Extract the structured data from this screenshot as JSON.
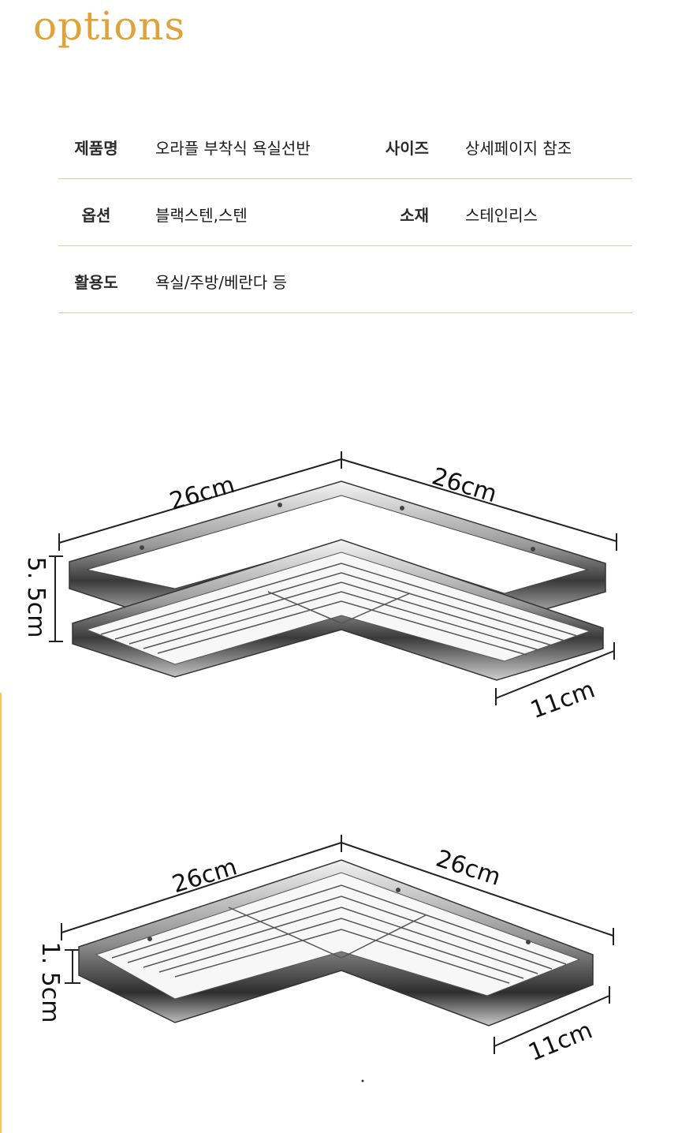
{
  "heading": "options",
  "spec": {
    "rows": [
      {
        "label1": "제품명",
        "value1": "오라플 부착식 욕실선반",
        "label2": "사이즈",
        "value2": "상세페이지 참조"
      },
      {
        "label1": "옵션",
        "value1": "블랙스텐,스텐",
        "label2": "소재",
        "value2": "스테인리스"
      },
      {
        "label1": "활용도",
        "value1": "욕실/주방/베란다 등",
        "label2": "",
        "value2": ""
      }
    ]
  },
  "diagram1": {
    "left_length": "26cm",
    "right_length": "26cm",
    "height": "5. 5cm",
    "depth": "11cm"
  },
  "diagram2": {
    "left_length": "26cm",
    "right_length": "26cm",
    "height": "1. 5cm",
    "depth": "11cm"
  },
  "colors": {
    "accent": "#e0a23a",
    "rule": "#e3c9a4"
  }
}
